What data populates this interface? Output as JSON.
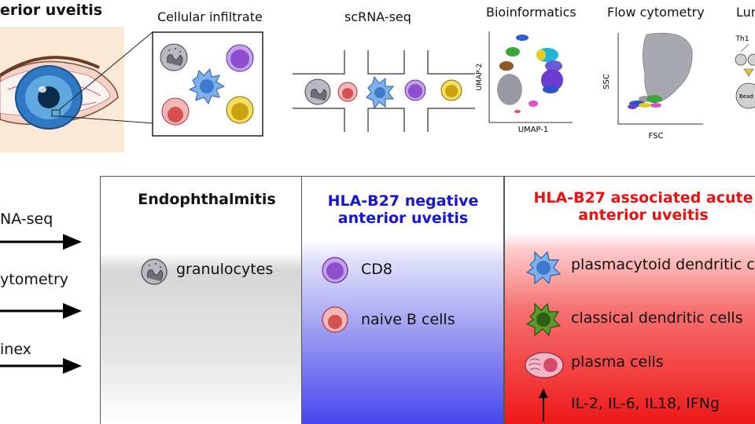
{
  "header": {
    "title": "erior uveitis"
  },
  "steps": [
    {
      "label": "Cellular infiltrate"
    },
    {
      "label": "scRNA-seq"
    },
    {
      "label": "Bioinformatics"
    },
    {
      "label": "Flow cytometry"
    },
    {
      "label": "Lum"
    }
  ],
  "umap": {
    "xlabel": "UMAP-1",
    "ylabel": "UMAP-2"
  },
  "flow": {
    "xlabel": "FSC",
    "ylabel": "SSC"
  },
  "luminex_glimpse": {
    "top_label": "Th1",
    "bead_label": "Bead"
  },
  "methods": [
    {
      "label": "NA-seq"
    },
    {
      "label": "ytometry"
    },
    {
      "label": "inex"
    }
  ],
  "columns": [
    {
      "title_lines": [
        "Endophthalmitis"
      ],
      "title_color": "#111111",
      "items": [
        {
          "label": "granulocytes",
          "icon": "granulocyte-icon"
        }
      ]
    },
    {
      "title_lines": [
        "HLA-B27 negative",
        "anterior uveitis"
      ],
      "title_color": "#1414d2",
      "items": [
        {
          "label": "CD8",
          "icon": "cd8-cell-icon"
        },
        {
          "label": "naive B cells",
          "icon": "naive-b-cell-icon"
        }
      ]
    },
    {
      "title_lines": [
        "HLA-B27 associated acute",
        "anterior uveitis"
      ],
      "title_color": "#e81010",
      "items": [
        {
          "label": "plasmacytoid dendritic c",
          "icon": "plasmacytoid-dendritic-cell-icon"
        },
        {
          "label": "classical dendritic cells",
          "icon": "classical-dendritic-cell-icon"
        },
        {
          "label": "plasma cells",
          "icon": "plasma-cell-icon"
        },
        {
          "label": "IL-2, IL-6, IL18, IFNg",
          "icon": "up-arrow-icon"
        }
      ]
    }
  ],
  "colors": {
    "cd8": "#9a5cd6",
    "naive_b": "#e88a8a",
    "pdc": "#4f8fe0",
    "cdc": "#3c7a1c",
    "plasma": "#e06a8a",
    "cyto_yellow": "#e3c01c",
    "granulocyte": "#9a9aa6"
  }
}
